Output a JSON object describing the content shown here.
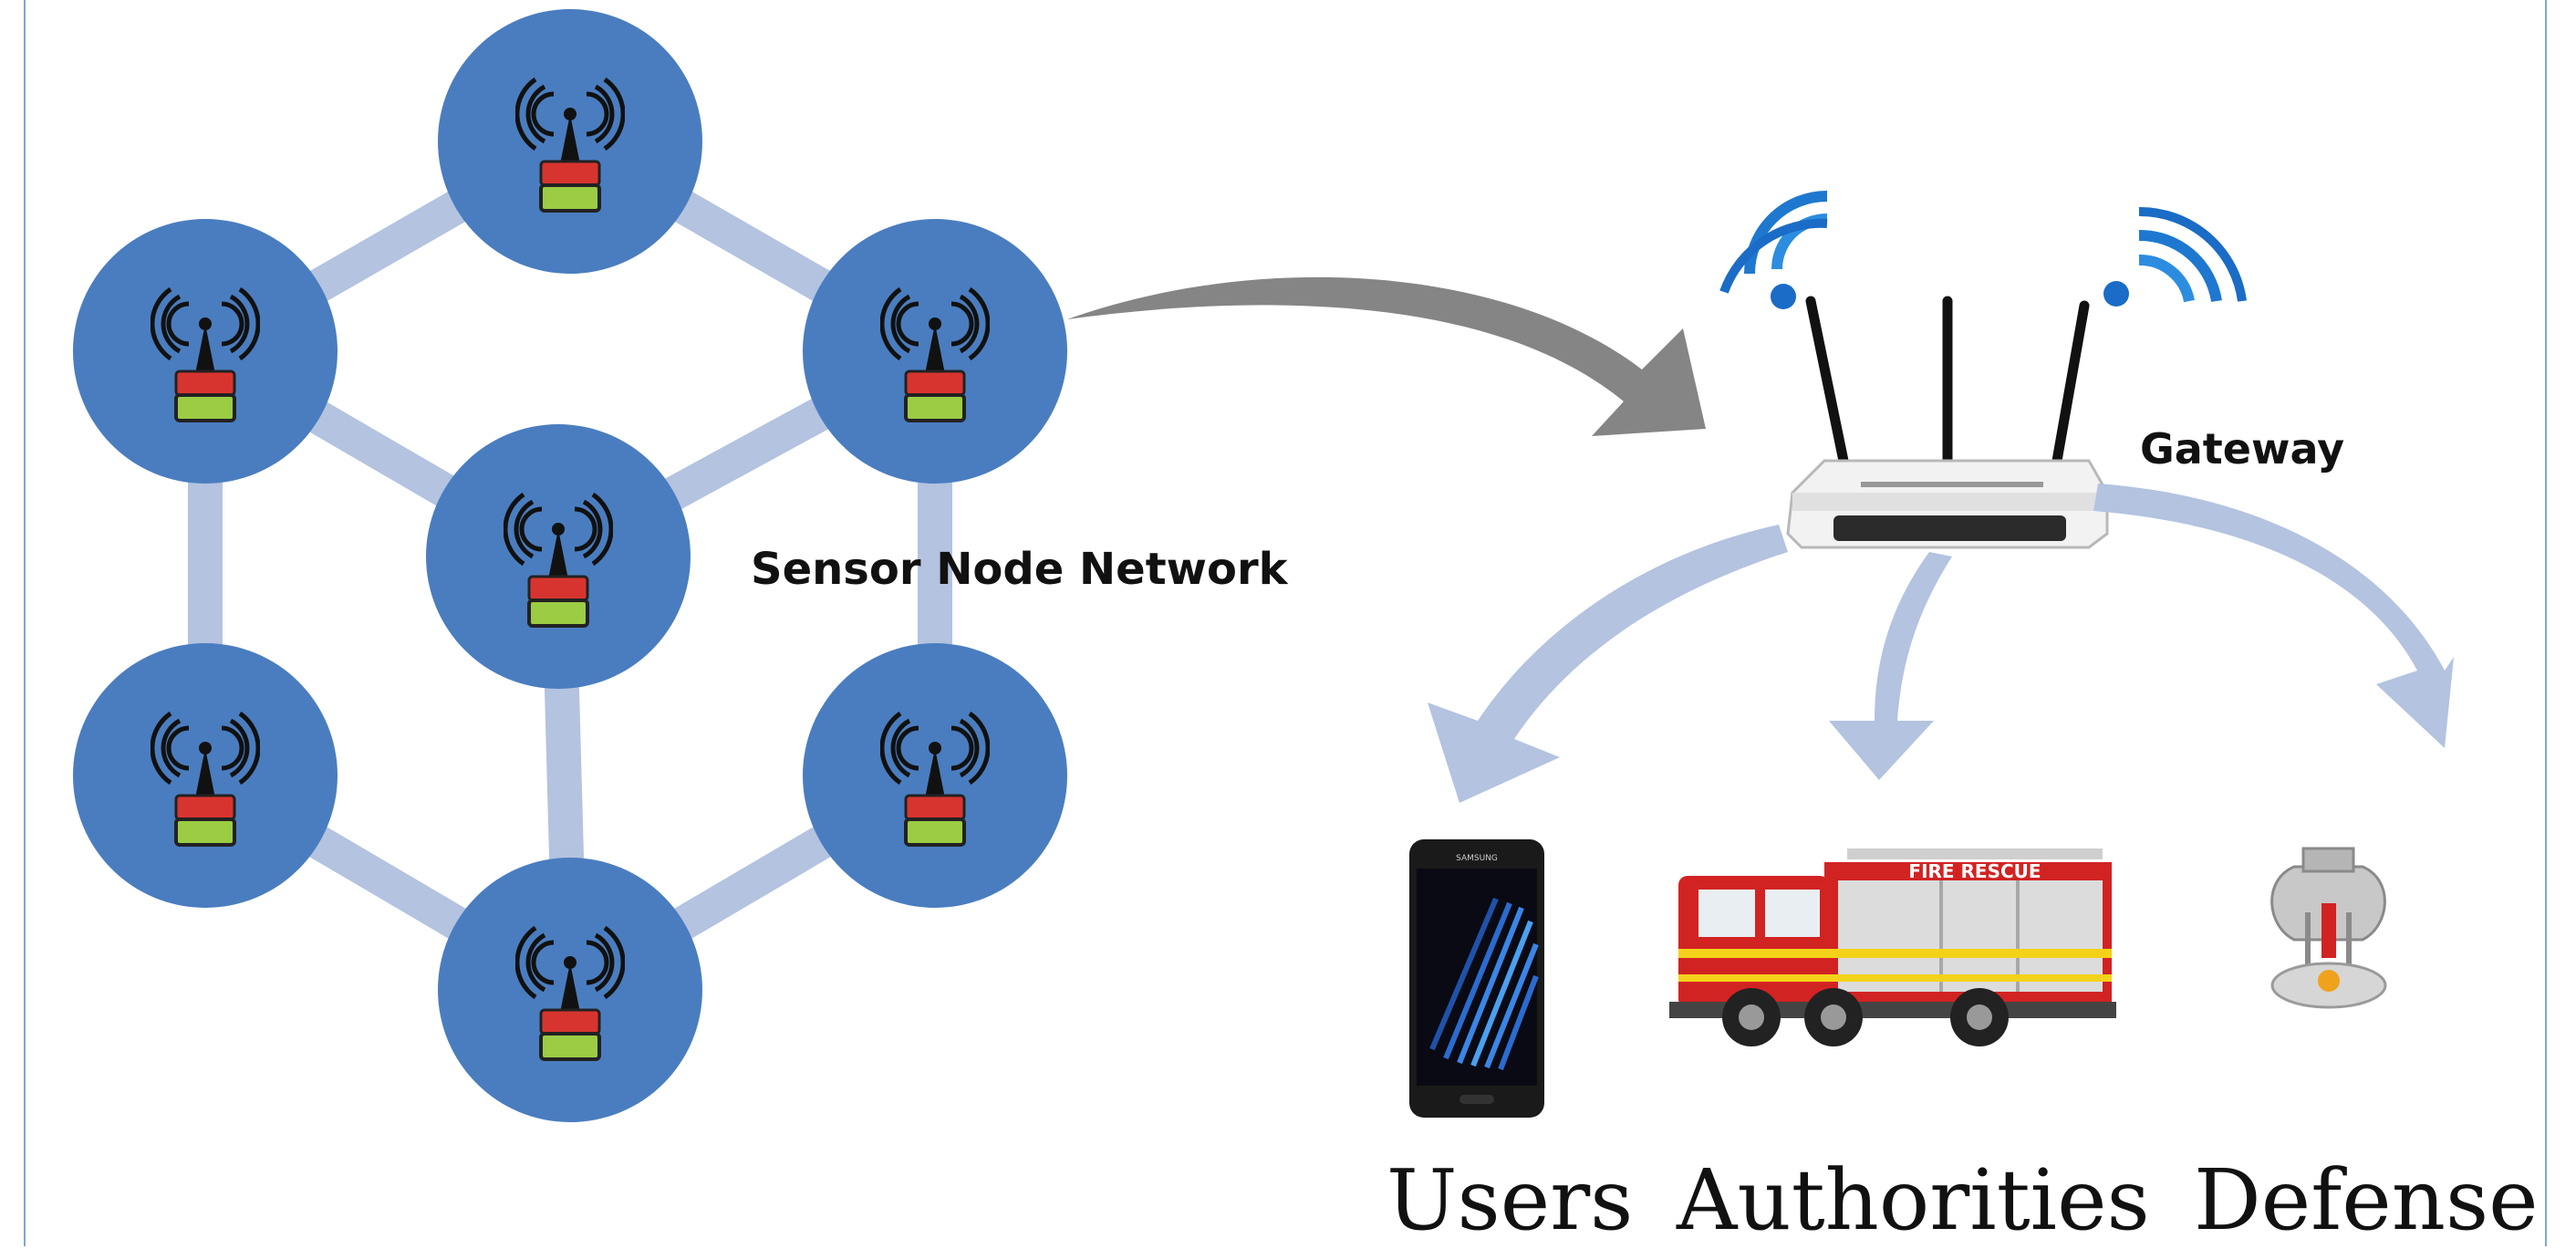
{
  "network": {
    "label": "Sensor Node Network",
    "node_count": 7,
    "node_color": "#4a7dbf",
    "link_color": "#b3c3e0"
  },
  "gateway": {
    "label": "Gateway",
    "wifi_icon": "wifi-signal-icon",
    "device_icon": "wireless-router-icon"
  },
  "destinations": [
    {
      "label": "Users",
      "icon": "smartphone-icon"
    },
    {
      "label": "Authorities",
      "icon": "fire-truck-icon"
    },
    {
      "label": "Defense",
      "icon": "fire-sprinkler-icon"
    }
  ],
  "fire_truck": {
    "text": "FIRE RESCUE",
    "body_color": "#d22323"
  },
  "phone": {
    "brand": "SAMSUNG"
  }
}
